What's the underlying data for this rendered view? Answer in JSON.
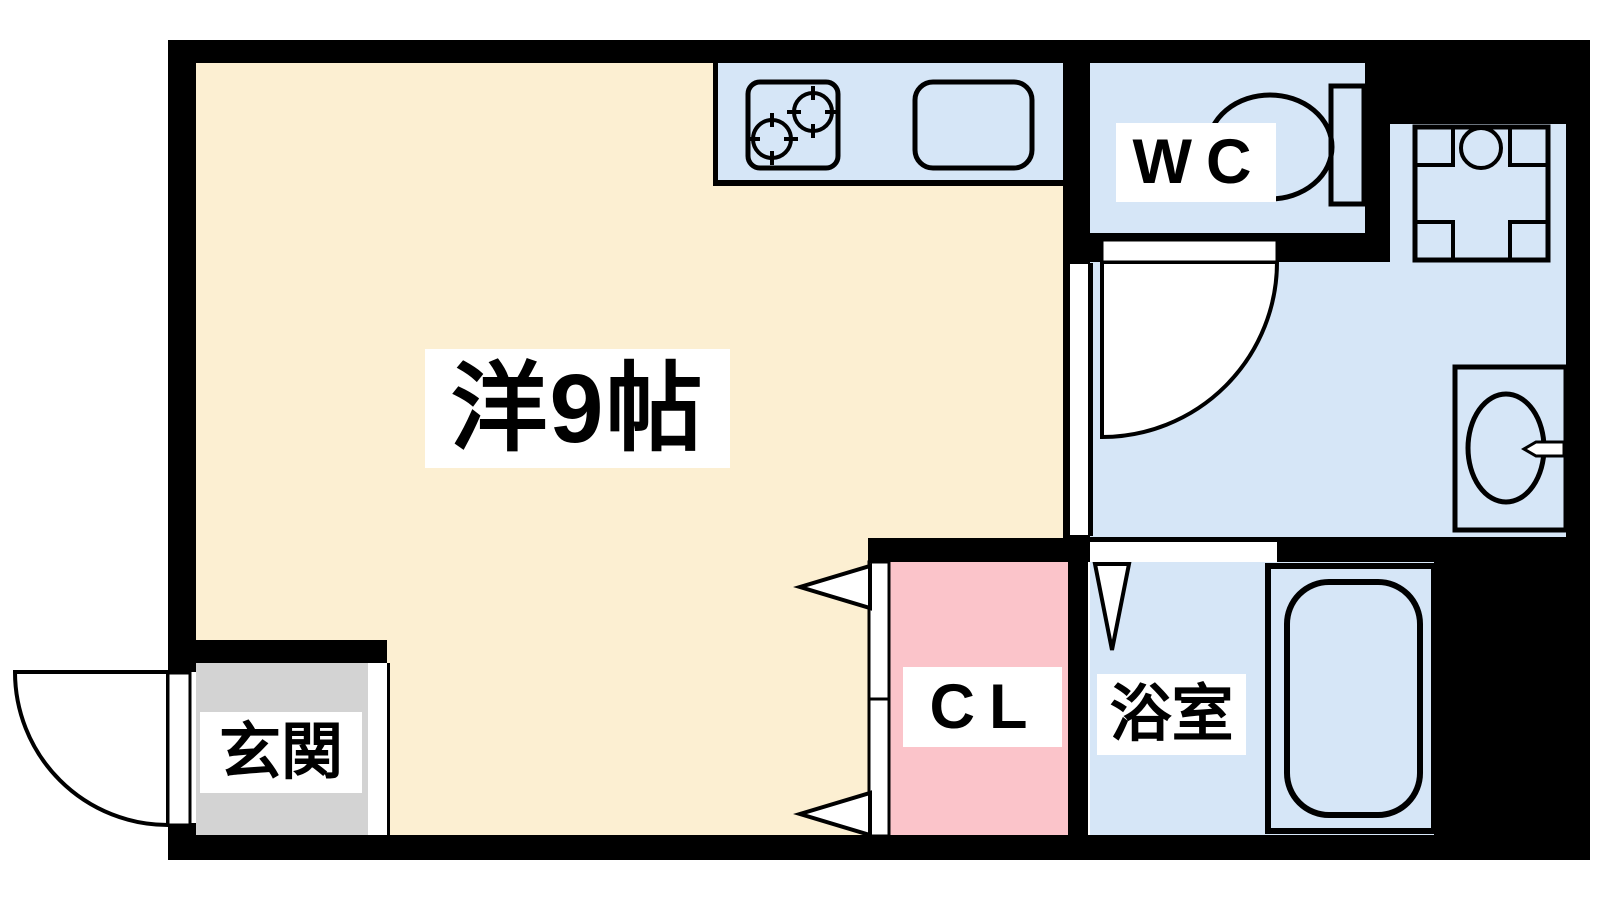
{
  "floorplan": {
    "rooms": {
      "main": {
        "label": "洋9帖"
      },
      "wc": {
        "label": "WC"
      },
      "closet": {
        "label": "CL"
      },
      "bathroom": {
        "label": "浴室"
      },
      "entrance": {
        "label": "玄関"
      }
    },
    "fixtures": [
      "stove-two-burners",
      "kitchen-sink",
      "toilet",
      "washing-machine-pan",
      "washbasin",
      "bathtub",
      "entrance-door-swing",
      "wc-door-swing",
      "bathroom-folding-door",
      "closet-bifold-doors"
    ],
    "colors": {
      "room": "#FCEFD2",
      "wet": "#D6E6F7",
      "closet": "#FBC4CA",
      "entrance": "#D3D3D3",
      "wall": "#000000",
      "label_bg": "#FFFFFF"
    }
  }
}
